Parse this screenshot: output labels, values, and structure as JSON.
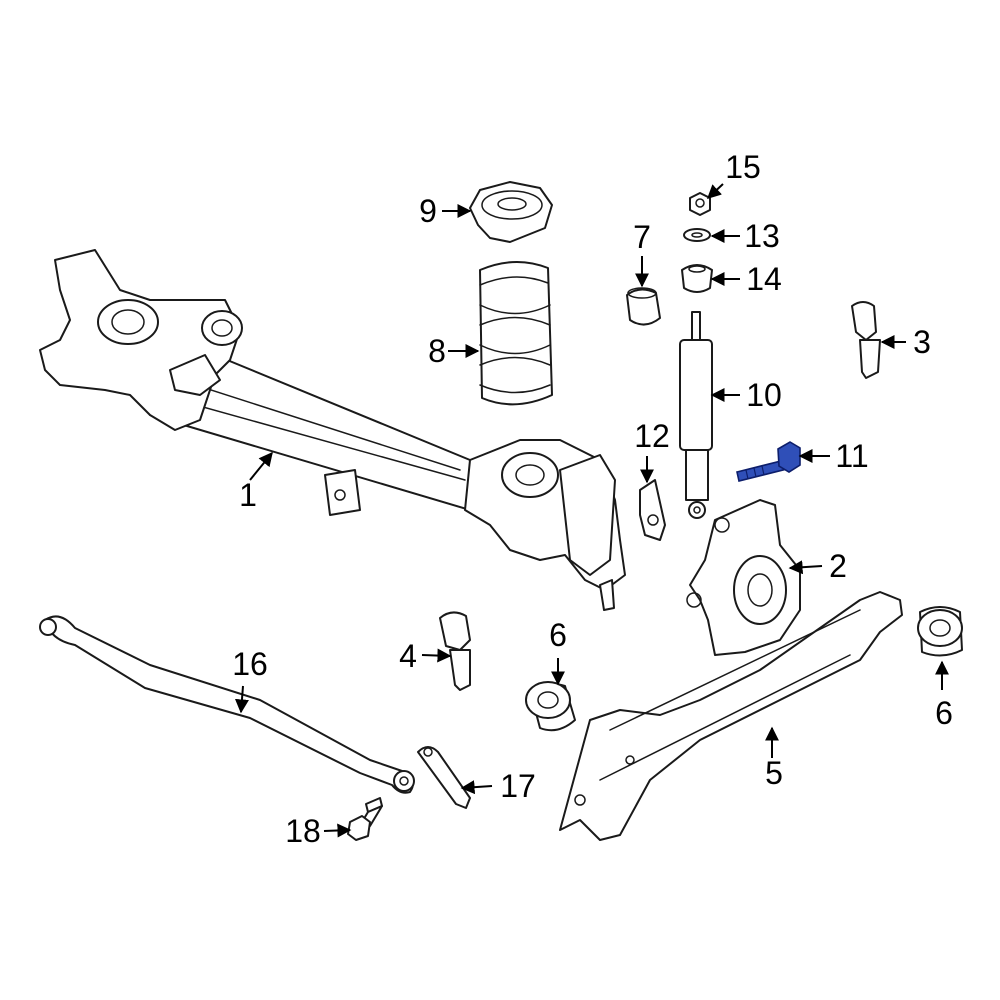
{
  "callouts": {
    "c1": "1",
    "c2": "2",
    "c3": "3",
    "c4": "4",
    "c5": "5",
    "c6a": "6",
    "c6b": "6",
    "c7": "7",
    "c8": "8",
    "c9": "9",
    "c10": "10",
    "c11": "11",
    "c12": "12",
    "c13": "13",
    "c14": "14",
    "c15": "15",
    "c16": "16",
    "c17": "17",
    "c18": "18"
  },
  "colors": {
    "highlight": "#2f4fb8",
    "line": "#1a1a1a",
    "background": "#ffffff"
  }
}
